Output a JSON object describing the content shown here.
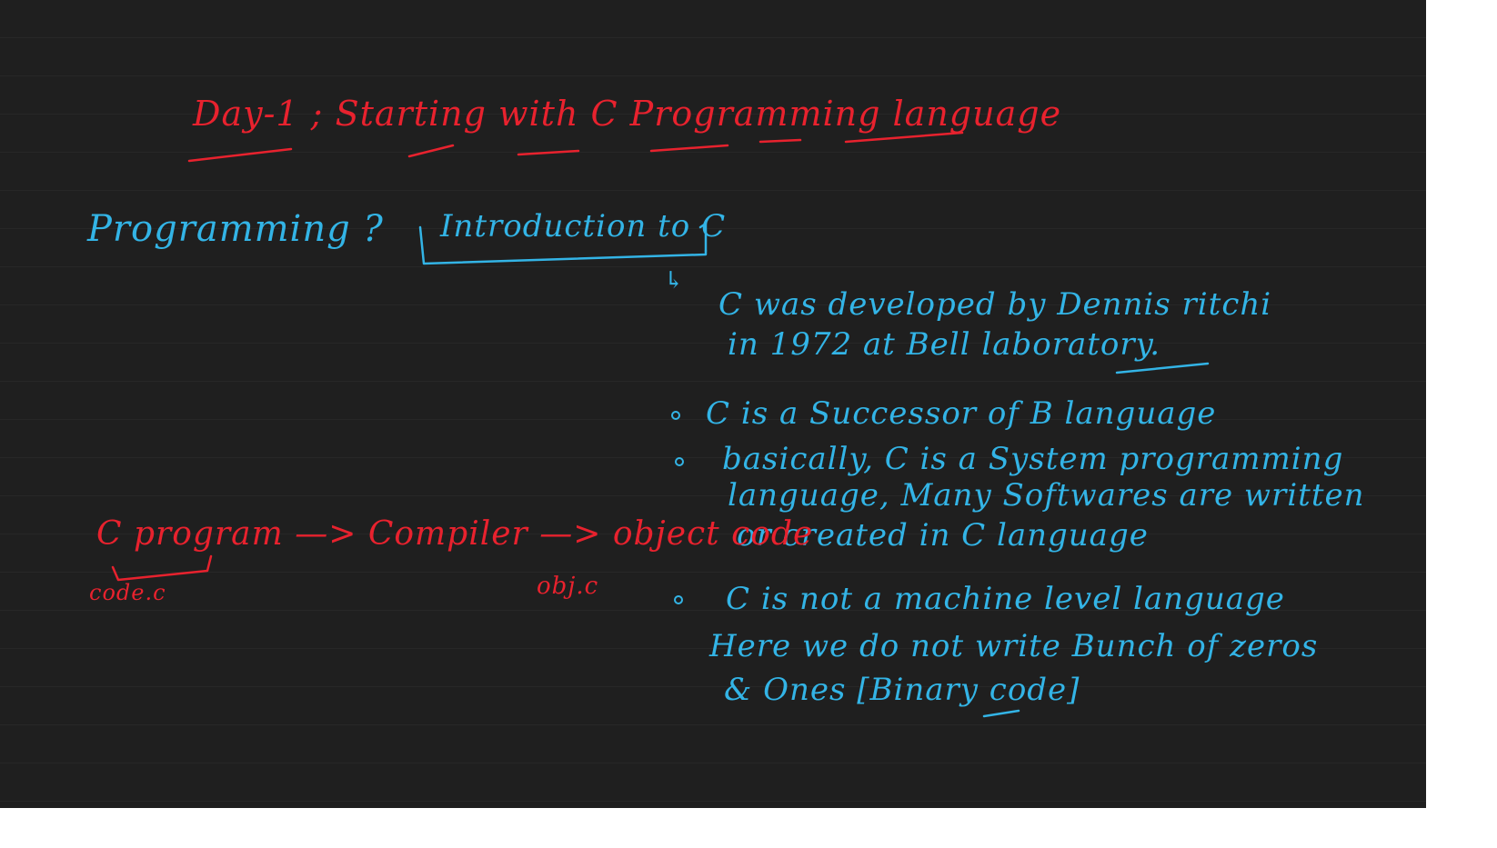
{
  "title": "Day-1 ; Starting with C Programming language",
  "question": "Programming ?",
  "intro_heading": "Introduction to C",
  "intro_arrow": "↳",
  "points": {
    "p1_line1": "C was developed by Dennis ritchi",
    "p1_line2": "in 1972 at Bell laboratory.",
    "p2": "C is a Successor of B language",
    "p3_line1": "basically, C is a System programming",
    "p3_line2": "language, Many Softwares are written",
    "p3_line3": "or created in C language",
    "p4_line1": "C is not a machine level language",
    "p4_line2": "Here we do not write Bunch of zeros",
    "p4_line3": "& Ones [Binary code]"
  },
  "flow": {
    "text": "C program —> Compiler —> object code",
    "source_label": "code.c",
    "object_label": "obj.c"
  },
  "colors": {
    "background": "#1f1f1f",
    "red_ink": "#e8222e",
    "blue_ink": "#33b4e6"
  }
}
